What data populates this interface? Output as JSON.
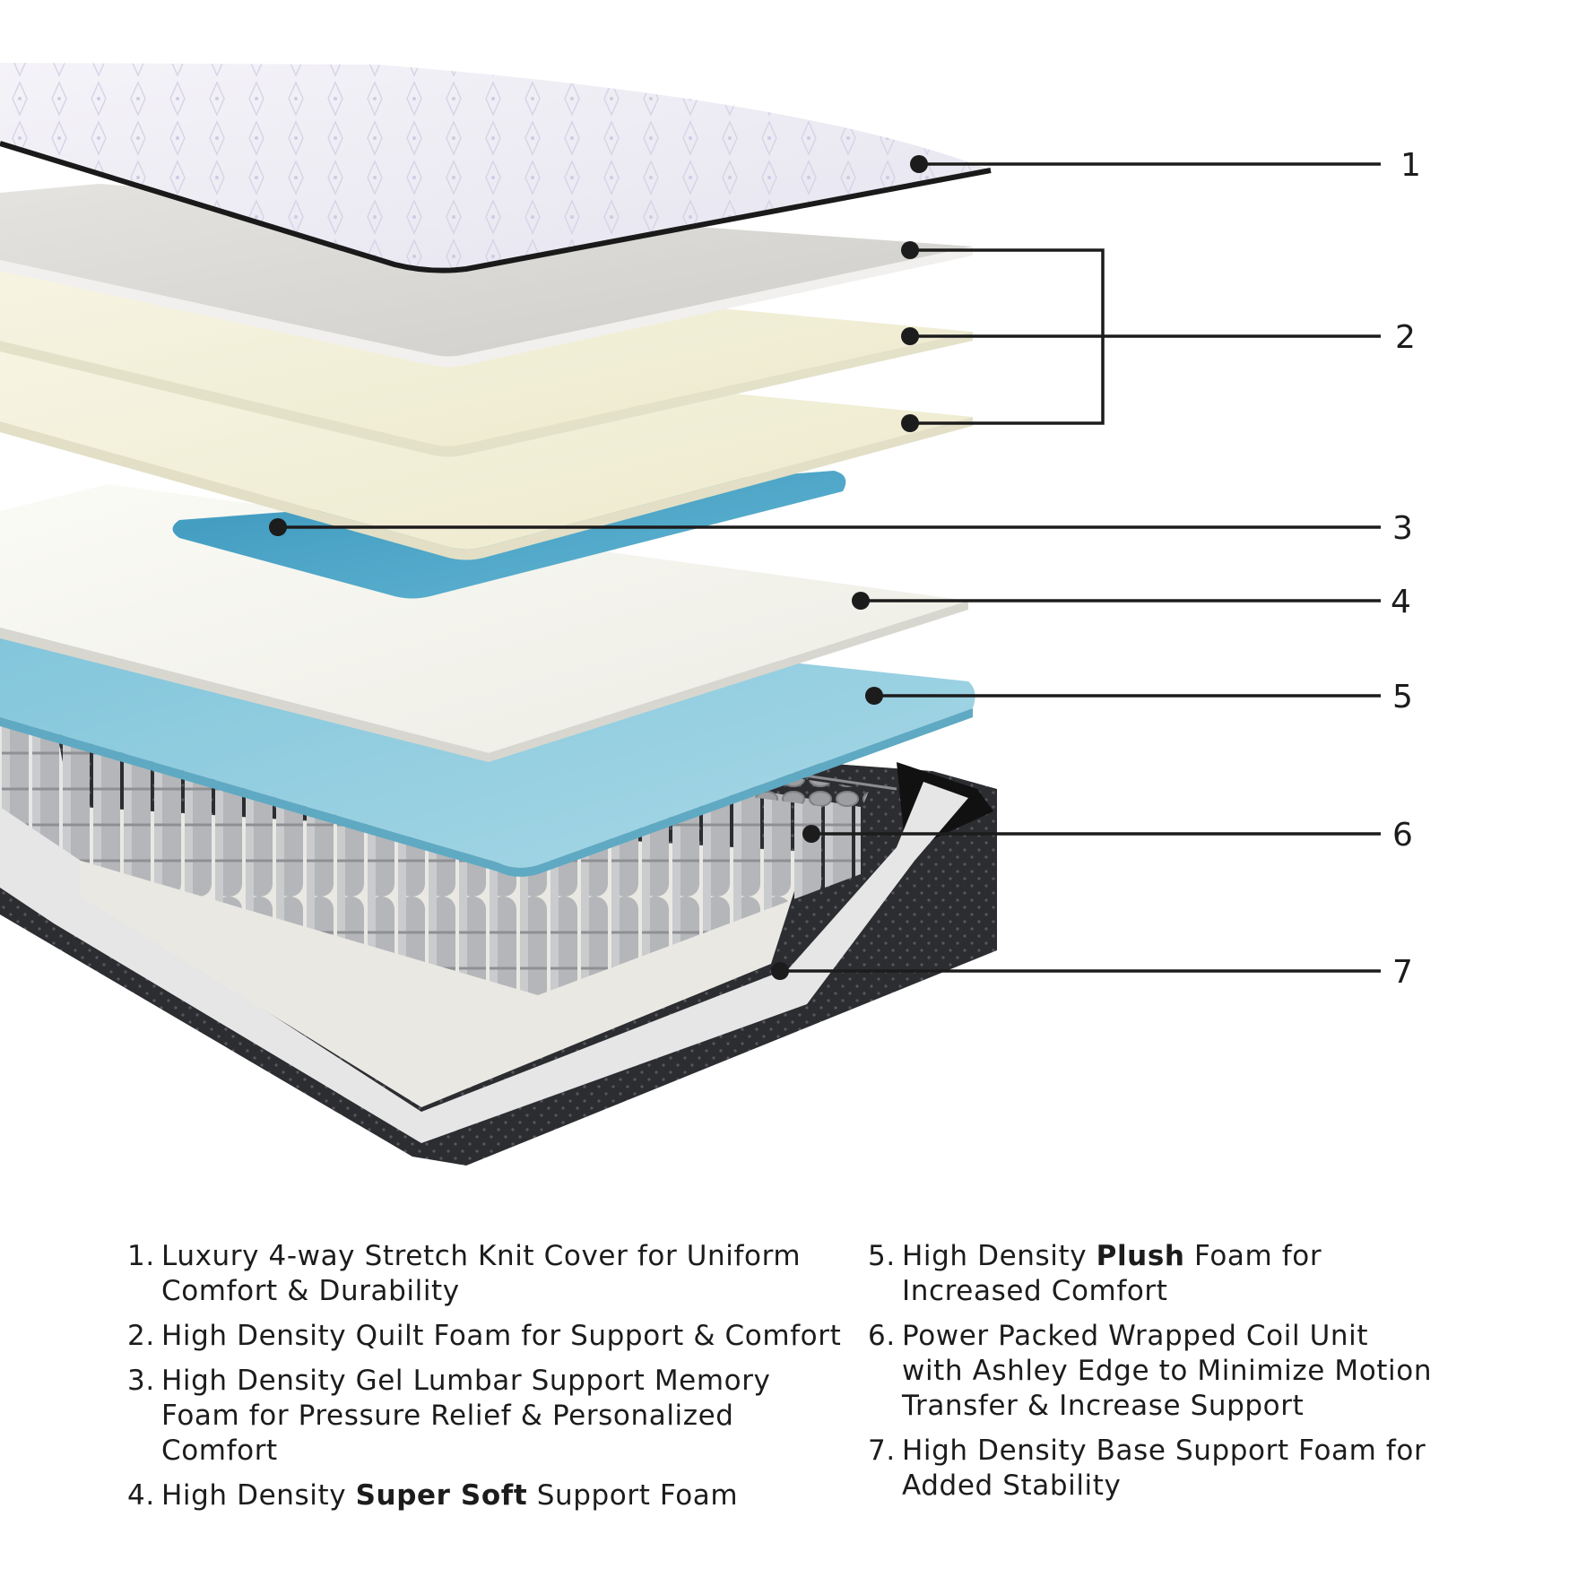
{
  "callouts": [
    {
      "id": "1",
      "label": "1"
    },
    {
      "id": "2",
      "label": "2"
    },
    {
      "id": "3",
      "label": "3"
    },
    {
      "id": "4",
      "label": "4"
    },
    {
      "id": "5",
      "label": "5"
    },
    {
      "id": "6",
      "label": "6"
    },
    {
      "id": "7",
      "label": "7"
    }
  ],
  "legend": {
    "left": [
      {
        "num": "1.",
        "parts": [
          {
            "text": "Luxury 4-way Stretch Knit Cover for Uniform Comfort & Durability",
            "bold": false
          }
        ]
      },
      {
        "num": "2.",
        "parts": [
          {
            "text": "High Density Quilt Foam for Support & Comfort",
            "bold": false
          }
        ]
      },
      {
        "num": "3.",
        "parts": [
          {
            "text": "High Density Gel Lumbar Support Memory Foam for Pressure Relief & Personalized Comfort",
            "bold": false
          }
        ]
      },
      {
        "num": "4.",
        "parts": [
          {
            "text": "High Density ",
            "bold": false
          },
          {
            "text": "Super Soft",
            "bold": true
          },
          {
            "text": " Support Foam",
            "bold": false
          }
        ]
      }
    ],
    "right": [
      {
        "num": "5.",
        "parts": [
          {
            "text": "High Density ",
            "bold": false
          },
          {
            "text": "Plush",
            "bold": true
          },
          {
            "text": " Foam for Increased Comfort",
            "bold": false
          }
        ]
      },
      {
        "num": "6.",
        "parts": [
          {
            "text": "Power Packed Wrapped Coil Unit with Ashley Edge to Minimize Motion Transfer & Increase Support",
            "bold": false
          }
        ]
      },
      {
        "num": "7.",
        "parts": [
          {
            "text": "High Density Base Support Foam for Added Stability",
            "bold": false
          }
        ]
      }
    ]
  },
  "colors": {
    "line": "#1c1c1c",
    "gel_blue": "#4aa6c8",
    "plush_blue": "#8fcbdd",
    "foam_cream": "#f2f0d8",
    "foam_gray": "#d9d7d3",
    "coil_gray": "#a9abae",
    "base_dark": "#2a2b2f"
  }
}
